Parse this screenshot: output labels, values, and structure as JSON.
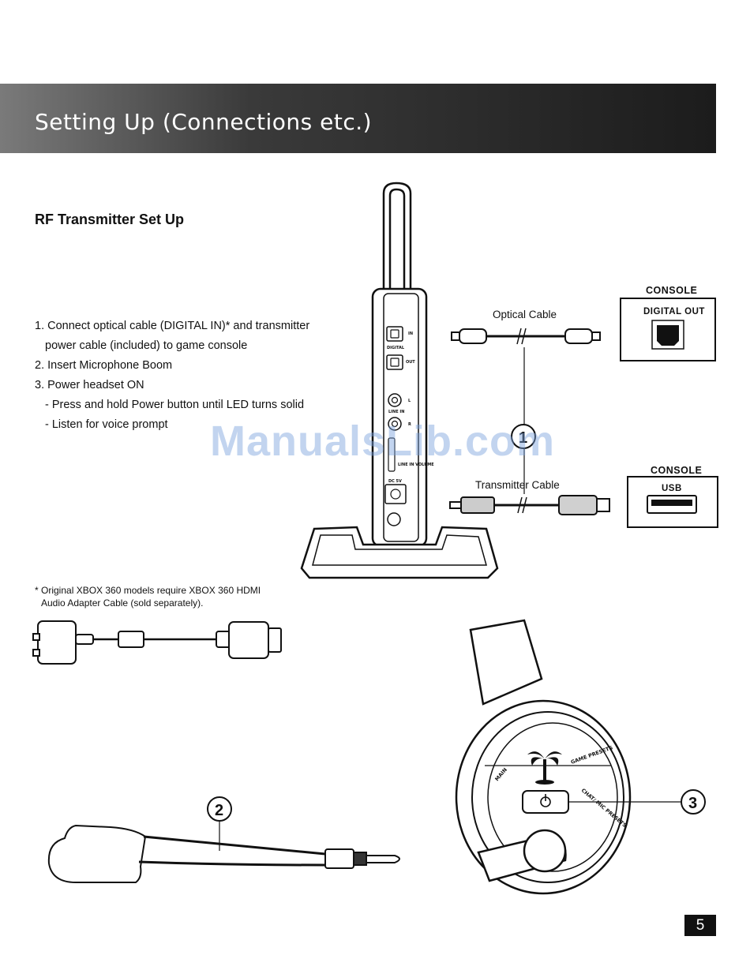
{
  "header": {
    "title": "Setting Up (Connections etc.)"
  },
  "section": {
    "title": "RF Transmitter Set Up"
  },
  "steps": [
    "1. Connect optical cable (DIGITAL IN)* and transmitter",
    "power cable (included) to game console",
    "2. Insert Microphone Boom",
    "3. Power headset ON",
    "- Press and hold Power button until LED turns solid",
    "- Listen for voice prompt"
  ],
  "labels": {
    "optical_cable": "Optical Cable",
    "transmitter_cable": "Transmitter Cable",
    "console_1": "CONSOLE",
    "digital_out": "DIGITAL OUT",
    "console_2": "CONSOLE",
    "usb": "USB"
  },
  "transmitter_panel": {
    "digital": "DIGITAL",
    "in": "IN",
    "out": "OUT",
    "l": "L",
    "line_in": "LINE IN",
    "r": "R",
    "line_in_volume": "LINE IN VOLUME",
    "dc": "DC 5V"
  },
  "headset": {
    "main": "MAIN",
    "game_presets": "GAME PRESETS",
    "chat_mic_presets": "CHAT/ MIC PRESETS"
  },
  "callouts": {
    "c1": "1",
    "c2": "2",
    "c3": "3"
  },
  "footnote": {
    "line1": "* Original XBOX 360 models require XBOX 360 HDMI",
    "line2": "Audio Adapter Cable (sold separately)."
  },
  "watermark": "ManualsLib.com",
  "page_number": "5"
}
